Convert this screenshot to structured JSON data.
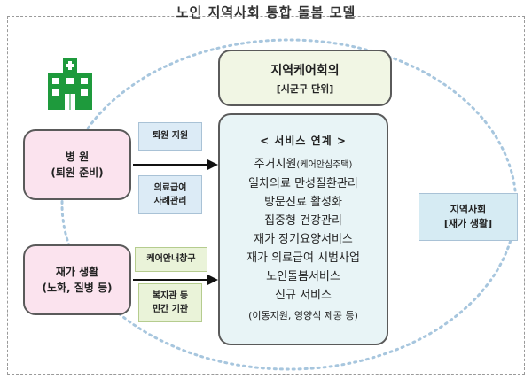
{
  "title": "노인 지역사회 통합 돌봄 모델",
  "hospital": {
    "name": "병 원",
    "sub": "(퇴원 준비)"
  },
  "home": {
    "name": "재가 생활",
    "sub": "(노화, 질병 등)"
  },
  "discharge_support": "퇴원 지원",
  "medical_aid_case": {
    "line1": "의료급여",
    "line2": "사례관리"
  },
  "care_window": "케어안내창구",
  "welfare": {
    "line1": "복지관 등",
    "line2": "민간 기관"
  },
  "care_meeting": {
    "title": "지역케어회의",
    "sub": "[시군구 단위]"
  },
  "service_link": {
    "header": "< 서비스 연계 >",
    "items": [
      {
        "main": "주거지원",
        "sub": "(케어안심주택)"
      },
      {
        "main": "일차의료 만성질환관리",
        "sub": ""
      },
      {
        "main": "방문진료 활성화",
        "sub": ""
      },
      {
        "main": "집중형 건강관리",
        "sub": ""
      },
      {
        "main": "재가 장기요양서비스",
        "sub": ""
      },
      {
        "main": "재가 의료급여 시범사업",
        "sub": ""
      },
      {
        "main": "노인돌봄서비스",
        "sub": ""
      },
      {
        "main": "신규 서비스",
        "sub": ""
      }
    ],
    "note": "(이동지원, 영양식 제공 등)"
  },
  "community": {
    "line1": "지역사회",
    "line2": "[재가 생활]"
  },
  "icons": {
    "hospital": "hospital-building-icon"
  },
  "colors": {
    "hospital_icon": "#1e9a3c",
    "pink_box": "#fbe3ee",
    "blue_label": "#dcebf6",
    "green_label": "#eaf3d9",
    "care_meeting": "#f1f6e4",
    "service_box": "#e8f4f6",
    "community_box": "#d6ebf3",
    "dotted_circle": "#a7c6de"
  }
}
